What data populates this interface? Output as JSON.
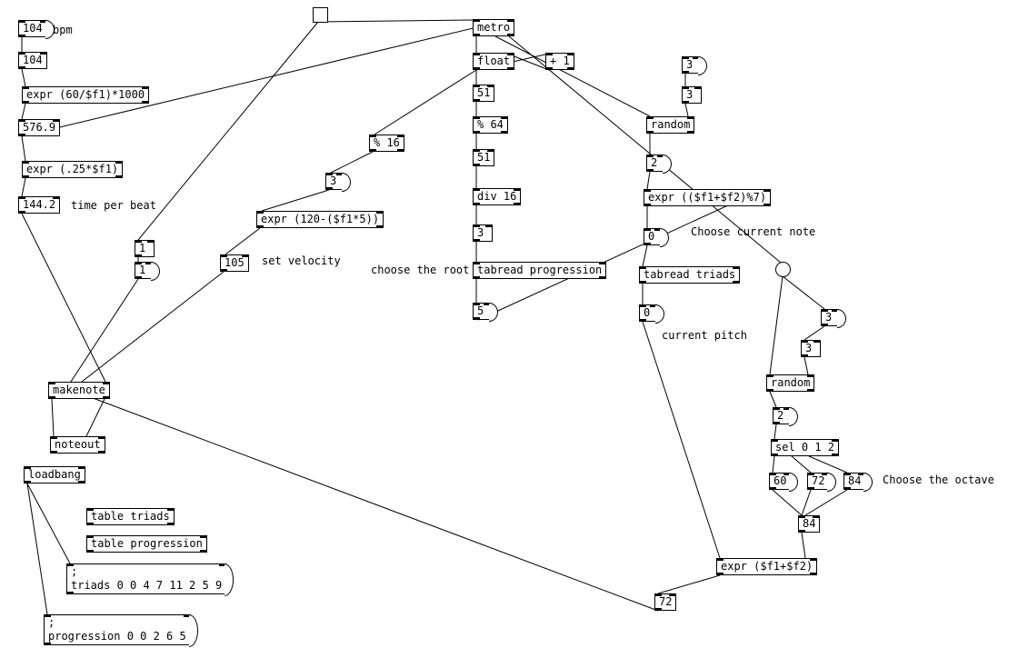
{
  "patch": {
    "nodes": {
      "msg_bpm": "104",
      "num_bpm": "104",
      "expr_ms": "expr (60/$f1)*1000",
      "num_ms": "576.9",
      "expr_beat": "expr (.25*$f1)",
      "num_beat": "144.2",
      "metro": "metro",
      "float": "float",
      "plus1": "+ 1",
      "num_c1": "51",
      "mod64": "% 64",
      "num_c2": "51",
      "div16": "div 16",
      "num_c3": "3",
      "tabread_prog": "tabread progression",
      "msg_root": "5",
      "mod16": "% 16",
      "msg_v": "3",
      "expr_vel": "expr (120-($f1*5))",
      "num_vel": "105",
      "msg_r1": "3",
      "num_r1": "3",
      "random1": "random",
      "msg_step": "2",
      "expr_note": "expr (($f1+$f2)%7)",
      "msg_note": "0",
      "tabread_triads": "tabread triads",
      "msg_pitch": "0",
      "msg_r2": "3",
      "num_r2": "3",
      "random2": "random",
      "msg_oct2": "2",
      "sel": "sel 0 1 2",
      "msg_60": "60",
      "msg_72": "72",
      "msg_84": "84",
      "num_oct": "84",
      "expr_sum": "expr ($f1+$f2)",
      "num_final": "72",
      "makenote": "makenote",
      "noteout": "noteout",
      "loadbang": "loadbang",
      "table_triads": "table triads",
      "table_prog": "table progression",
      "msg_triads": ";\ntriads 0 0 4 7 11 2 5 9",
      "msg_prog": ";\nprogression 0 0 2 6 5",
      "num_one": "1",
      "msg_one": "1"
    },
    "comments": {
      "bpm": "bpm",
      "time_per_beat": "time per beat",
      "set_velocity": "set velocity",
      "choose_root": "choose the root",
      "choose_note": "Choose current note",
      "current_pitch": "current pitch",
      "choose_octave": "Choose the octave"
    }
  }
}
